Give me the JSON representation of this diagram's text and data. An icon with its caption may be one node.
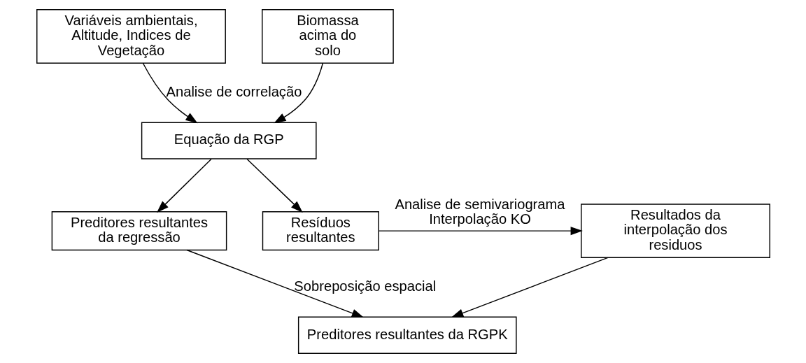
{
  "diagram": {
    "nodes": [
      {
        "text": [
          "Variáveis ambientais, Altitude, Indices de Vegetação"
        ]
      },
      {
        "text": [
          "Biomassa acima do solo"
        ]
      },
      {
        "text": [
          "Equação da RGP"
        ]
      },
      {
        "text": [
          "Preditores resultantes da regressão"
        ]
      },
      {
        "text": [
          "Resíduos resultantes"
        ]
      },
      {
        "text": [
          "Resultados da interpolação dos residuos"
        ]
      },
      {
        "text": [
          "Preditores resultantes da RGPK"
        ]
      }
    ],
    "edges": [
      {
        "from": 0,
        "to": 2,
        "arrow": "to",
        "label": "Analise de correlação"
      },
      {
        "from": 1,
        "to": 2,
        "arrow": "to"
      },
      {
        "from": 2,
        "to": 3,
        "arrow": "to"
      },
      {
        "from": 2,
        "to": 4,
        "arrow": "to"
      },
      {
        "from": 4,
        "to": 5,
        "arrow": "to",
        "label": "Analise de semivariograma Interpolação KO"
      },
      {
        "from": 3,
        "to": 6,
        "arrow": "to",
        "label": "Sobreposição espacial"
      },
      {
        "from": 5,
        "to": 6,
        "arrow": "to"
      }
    ]
  }
}
